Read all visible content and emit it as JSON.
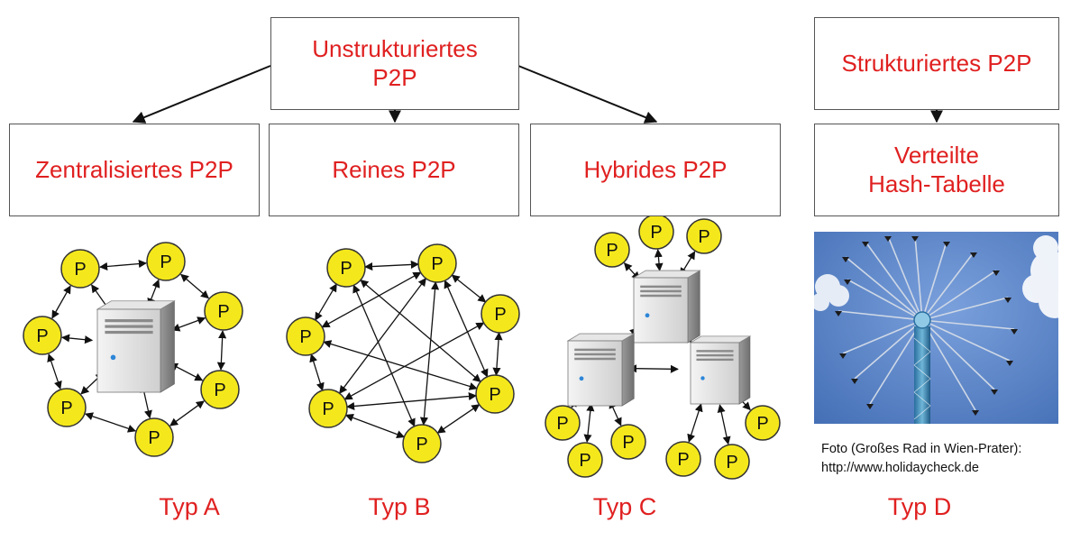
{
  "diagram": {
    "root": {
      "label": "Unstrukturiertes\nP2P"
    },
    "structured": {
      "label": "Strukturiertes P2P"
    },
    "types": [
      {
        "label": "Zentralisiertes P2P",
        "typ": "Typ A"
      },
      {
        "label": "Reines P2P",
        "typ": "Typ B"
      },
      {
        "label": "Hybrides P2P",
        "typ": "Typ C"
      },
      {
        "label": "Verteilte\nHash-Tabelle",
        "typ": "Typ D"
      }
    ],
    "peer_label": "P",
    "photo_caption": {
      "line1": "Foto (Großes Rad in Wien-Prater):",
      "line2": "http://www.holidaycheck.de"
    }
  },
  "colors": {
    "label_red": "#e02020",
    "peer_fill": "#f4e81c",
    "sky": "#5c86c8",
    "border": "#555555"
  }
}
